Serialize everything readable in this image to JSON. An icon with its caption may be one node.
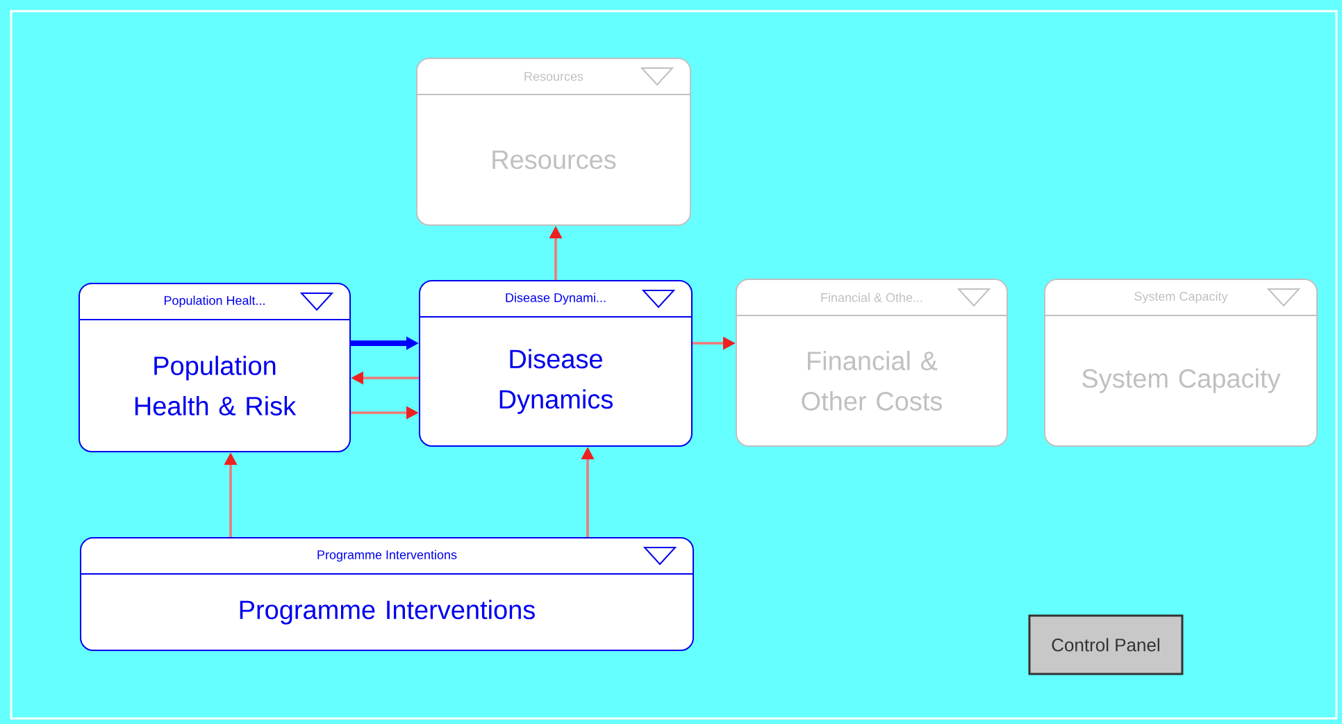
{
  "diagram": {
    "nodes": [
      {
        "text": [
          "Resources",
          "Resources"
        ]
      },
      {
        "text": [
          "Population Healt...",
          "Population Health & Risk"
        ]
      },
      {
        "text": [
          "Disease Dynami...",
          "Disease Dynamics"
        ]
      },
      {
        "text": [
          "Financial & Othe...",
          "Financial & Other Costs"
        ]
      },
      {
        "text": [
          "System Capacity",
          "System Capacity"
        ]
      },
      {
        "text": [
          "Programme Interventions",
          "Programme Interventions"
        ]
      },
      {
        "text": [
          "Control Panel"
        ]
      }
    ],
    "edges": [
      {
        "from": 1,
        "to": 2,
        "arrow": "to",
        "style": "thick",
        "color": "#0000ff"
      },
      {
        "from": 2,
        "to": 1,
        "arrow": "to"
      },
      {
        "from": 1,
        "to": 2,
        "arrow": "to"
      },
      {
        "from": 2,
        "to": 0,
        "arrow": "to"
      },
      {
        "from": 2,
        "to": 3,
        "arrow": "to"
      },
      {
        "from": 5,
        "to": 1,
        "arrow": "to"
      },
      {
        "from": 5,
        "to": 2,
        "arrow": "to"
      }
    ]
  }
}
